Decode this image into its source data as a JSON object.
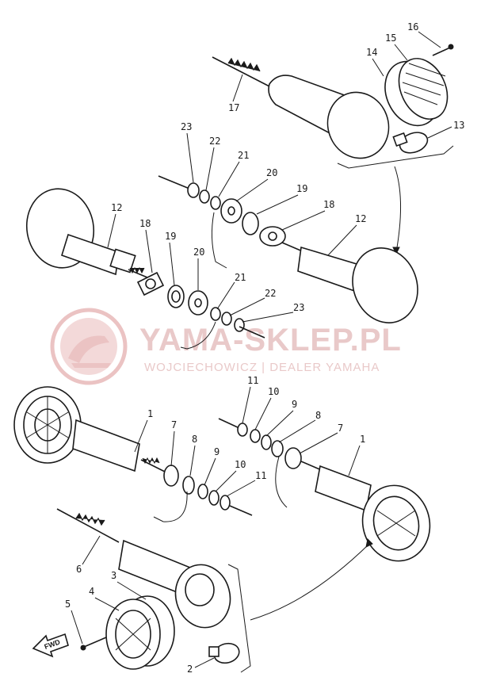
{
  "watermark": {
    "title": "YAMA-SKLEP.PL",
    "subtitle": "WOJCIECHOWICZ | DEALER YAMAHA",
    "logo_icon": "yamaha-tuning-fork-logo-icon",
    "color": "#e9c9c9"
  },
  "direction_marker": {
    "label": "FWD",
    "icon": "forward-arrow-icon"
  },
  "part_numbers": {
    "p1a": "1",
    "p1b": "1",
    "p2": "2",
    "p3": "3",
    "p4": "4",
    "p5": "5",
    "p6": "6",
    "p7a": "7",
    "p7b": "7",
    "p8a": "8",
    "p8b": "8",
    "p9a": "9",
    "p9b": "9",
    "p10a": "10",
    "p10b": "10",
    "p11a": "11",
    "p11b": "11",
    "p12a": "12",
    "p12b": "12",
    "p13": "13",
    "p14": "14",
    "p15": "15",
    "p16": "16",
    "p17": "17",
    "p18a": "18",
    "p18b": "18",
    "p19a": "19",
    "p19b": "19",
    "p20a": "20",
    "p20b": "20",
    "p21a": "21",
    "p21b": "21",
    "p22a": "22",
    "p22b": "22",
    "p23a": "23",
    "p23b": "23"
  },
  "colors": {
    "ink": "#1a1a1a",
    "paper": "#ffffff",
    "watermark": "#e9c9c9"
  }
}
